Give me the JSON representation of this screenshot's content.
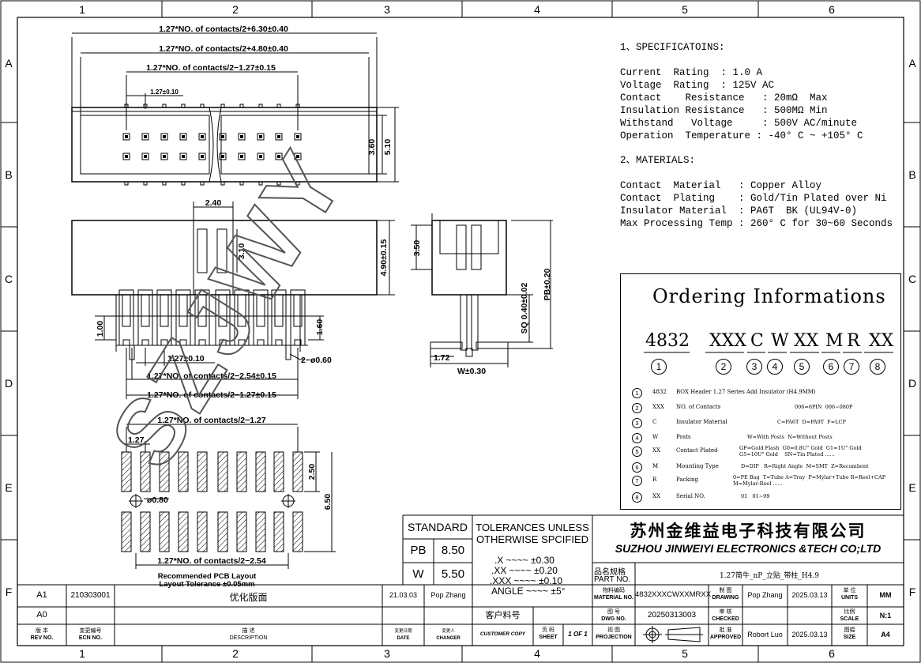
{
  "border": {
    "cols": [
      "1",
      "2",
      "3",
      "4",
      "5",
      "6"
    ],
    "rows": [
      "A",
      "B",
      "C",
      "D",
      "E",
      "F"
    ]
  },
  "top_view": {
    "dim_overall": "1.27*NO. of contacts/2+6.30±0.40",
    "dim_housing": "1.27*NO. of contacts/2+4.80±0.40",
    "dim_pins": "1.27*NO. of contacts/2−1.27±0.15",
    "dim_pitch": "1.27±0.10",
    "dim_height_inner": "3.60",
    "dim_height_outer": "5.10"
  },
  "front_view": {
    "dim_key_width": "2.40",
    "dim_key_height": "3.10",
    "dim_body_height": "4.90±0.15",
    "dim_post_height": "1.00",
    "dim_pin_height": "1.60",
    "dim_pitch": "1.27±0.10",
    "dim_post_dia": "2−ø0.60",
    "dim_posts_span": "1.27*NO. of contacts/2−2.54±0.15",
    "dim_pins_span": "1.27*NO. of contacts/2−1.27±0.15"
  },
  "side_view": {
    "dim_height": "3.50",
    "dim_sq": "SQ 0.40±0.02",
    "dim_pb": "PB±0.20",
    "dim_foot": "1.72",
    "dim_w": "W±0.30"
  },
  "pcb_layout": {
    "dim_span": "1.27*NO. of contacts/2−1.27",
    "dim_pitch": "1.27",
    "dim_pad": "2.50",
    "dim_hole": "ø0.80",
    "dim_rows": "6.50",
    "dim_bottom": "1.27*NO. of contacts/2−2.54",
    "caption1": "Recommended PCB Layout",
    "caption2": "Layout Tolerance ±0.05mm"
  },
  "specifications": {
    "heading": "1、SPECIFICATOINS:",
    "lines": [
      "Current  Rating  : 1.0 A",
      "Voltage  Rating  : 125V AC",
      "Contact    Resistance   : 20mΩ  Max",
      "Insulation Resistance   : 500MΩ Min",
      "Withstand   Voltage     : 500V AC/minute",
      "Operation  Temperature : -40° C ~ +105° C"
    ]
  },
  "materials": {
    "heading": "2、MATERIALS:",
    "lines": [
      "Contact  Material   : Copper Alloy",
      "Contact  Plating    : Gold/Tin Plated over Ni",
      "Insulator Material  : PA6T  BK (UL94V-0)",
      "Max Processing Temp : 260° C for 30~60 Seconds"
    ]
  },
  "ordering": {
    "title": "Ordering Informations",
    "codes": [
      "4832",
      "XXX",
      "C",
      "W",
      "XX",
      "M",
      "R",
      "XX"
    ],
    "markers": [
      "1",
      "2",
      "3",
      "4",
      "5",
      "6",
      "7",
      "8"
    ],
    "items": [
      {
        "n": "1",
        "code": "4832",
        "label": "BOX  Header 1.27   Series   Add Insulator (H4.9MM)",
        "opts": ""
      },
      {
        "n": "2",
        "code": "XXX",
        "label": "NO. of Contacts",
        "opts": "006=6PIN  006~080P"
      },
      {
        "n": "3",
        "code": "C",
        "label": "Insulator Material",
        "opts": "C=PA6T  D=PA9T  F=LCP"
      },
      {
        "n": "4",
        "code": "W",
        "label": "Posts",
        "opts": "W=With Posts  N=Without Posts"
      },
      {
        "n": "5",
        "code": "XX",
        "label": "Contact Plated",
        "opts": "GF=Gold Flash  G0=0.8U\" Gold  G1=1U\" Gold\nG5=10U\" Gold    SN=Tin Plated ......"
      },
      {
        "n": "6",
        "code": "M",
        "label": "Mounting Type",
        "opts": "D=DIP   R=Right Angle  M=SMT  Z=Recumbent"
      },
      {
        "n": "7",
        "code": "R",
        "label": "Packing",
        "opts": "0=PE Bag  T=Tube A=Tray  P=Mylar+Tube R=Reel+CAP\nM=Mylar-Reel ......"
      },
      {
        "n": "8",
        "code": "XX",
        "label": "Serial NO.",
        "opts": "01   01~99"
      }
    ]
  },
  "standard": {
    "title": "STANDARD",
    "rows": [
      {
        "k": "PB",
        "v": "8.50"
      },
      {
        "k": "W",
        "v": "5.50"
      }
    ]
  },
  "tolerances": {
    "title1": "TOLERANCES  UNLESS",
    "title2": "OTHERWISE  SPCIFIED",
    "lines": [
      ".X  ~~~~  ±0.30",
      ".XX  ~~~~  ±0.20",
      ".XXX  ~~~~  ±0.10",
      "ANGLE  ~~~~  ±5°"
    ]
  },
  "company": {
    "cn": "苏州金维益电子科技有限公司",
    "en": "SUZHOU JINWEIYI ELECTRONICS &TECH CO;LTD"
  },
  "watermark": "SZJWY",
  "title_block": {
    "part_label_cn": "品名规格",
    "part_label_en": "PART  NO.",
    "part_desc": "1.27简牛_nP_立贴_带柱_H4.9",
    "material_label_cn": "物料编码",
    "material_label_en": "MATERIAL  NO.",
    "material_no": "4832XXXCWXXMRXX",
    "drawing_cn": "制 图",
    "drawing_en": "DRAWING",
    "drawing_by": "Pop Zhang",
    "drawing_date": "2025.03.13",
    "units_cn": "单 位",
    "units_en": "UNITS",
    "units": "MM",
    "dwg_cn": "图 号",
    "dwg_en": "DWG  NO.",
    "dwg_no": "20250313003",
    "checked_cn": "审 核",
    "checked_en": "CHECKED",
    "scale_cn": "比例",
    "scale_en": "SCALE",
    "scale": "N:1",
    "customer_cn": "客户料号",
    "customer_copy": "CUSTOMER  COPY",
    "sheet_cn": "页 码",
    "sheet_en": "SHEET",
    "sheet": "1 OF 1",
    "projection_cn": "视 图",
    "projection_en": "PROJECTION",
    "approved_cn": "批 准",
    "approved_en": "APPROVED",
    "approved_by": "Robort  Luo",
    "approved_date": "2025.03.13",
    "size_cn": "图幅",
    "size_en": "SIZE",
    "size": "A4"
  },
  "revisions": {
    "rows": [
      {
        "rev": "A1",
        "ecn": "210303001",
        "desc": "优化版面",
        "date": "21.03.03",
        "changer": "Pop  Zhang"
      },
      {
        "rev": "A0",
        "ecn": "",
        "desc": "",
        "date": "",
        "changer": ""
      }
    ],
    "hdr_rev_cn": "版  本",
    "hdr_rev_en": "REV NO.",
    "hdr_ecn_cn": "变更编号",
    "hdr_ecn_en": "ECN   NO.",
    "hdr_desc_cn": "描  述",
    "hdr_desc_en": "DESCRIPTION",
    "hdr_date_cn": "变更日期",
    "hdr_date_en": "DATE",
    "hdr_changer_cn": "变更人",
    "hdr_changer_en": "CHANGER"
  }
}
